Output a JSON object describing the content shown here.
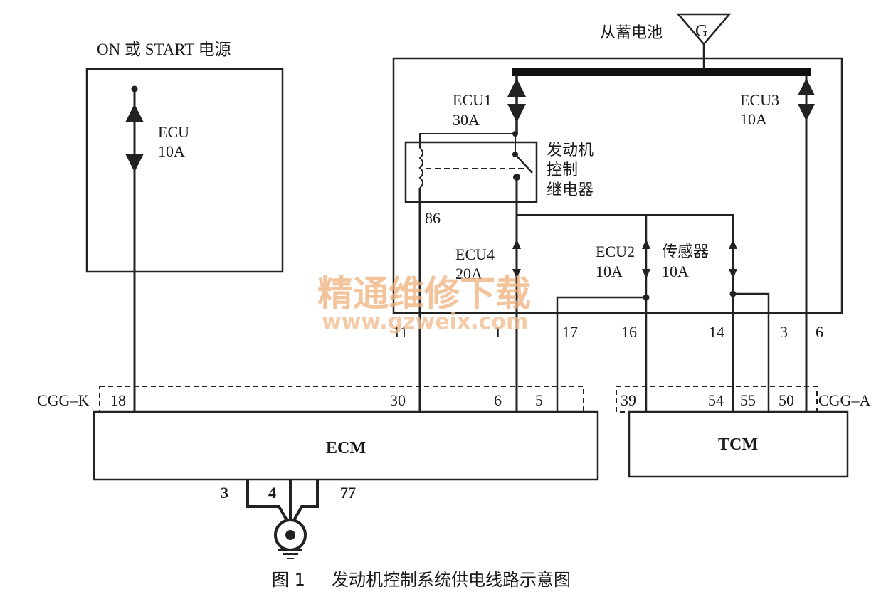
{
  "source": {
    "left_power": "ON 或 START 电源",
    "battery": "从蓄电池",
    "battery_symbol": "G"
  },
  "fuses": {
    "ecu_left": {
      "name": "ECU",
      "rating": "10A"
    },
    "ecu1": {
      "name": "ECU1",
      "rating": "30A"
    },
    "ecu3": {
      "name": "ECU3",
      "rating": "10A"
    },
    "ecu4": {
      "name": "ECU4",
      "rating": "20A"
    },
    "ecu2": {
      "name": "ECU2",
      "rating": "10A"
    },
    "sensor": {
      "name": "传感器",
      "rating": "10A"
    }
  },
  "relay": {
    "label_line1": "发动机",
    "label_line2": "控制",
    "label_line3": "继电器",
    "terminal": "86"
  },
  "box_pins": {
    "p11": "11",
    "p1": "1",
    "p17": "17",
    "p16": "16",
    "p14": "14",
    "p3": "3",
    "p6": "6"
  },
  "connectors": {
    "left_name": "CGG–K",
    "right_name": "CGG–A",
    "ecm_pins": {
      "p18": "18",
      "p30": "30",
      "p6": "6",
      "p5": "5"
    },
    "tcm_pins": {
      "p39": "39",
      "p54": "54",
      "p55": "55",
      "p50": "50"
    }
  },
  "modules": {
    "ecm": "ECM",
    "tcm": "TCM"
  },
  "ground_pins": {
    "p3": "3",
    "p4": "4",
    "p77": "77"
  },
  "caption": {
    "fig": "图 1",
    "title": "发动机控制系统供电线路示意图"
  },
  "watermark": {
    "text": "精通维修下载",
    "url": "www.gzweix.com"
  }
}
